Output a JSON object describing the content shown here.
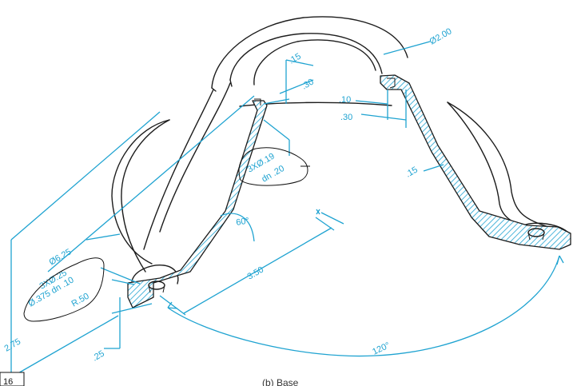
{
  "figure": {
    "caption": "(b) Base",
    "figure_number": "16"
  },
  "dimensions": {
    "outer_diameter": "Ø2.00",
    "top_thickness": ".15",
    "top_thickness_2": ".30",
    "wall_inset": ".10",
    "wall_inset_2": ".30",
    "wall_thickness": ".15",
    "counterbore_small": "3XØ.19",
    "counterbore_small_depth": "dn .20",
    "cone_angle": "60°",
    "base_diameter": "Ø6.25",
    "hole_callout_1": "3XØ.25",
    "hole_callout_2": "Ø.375 dn .10",
    "radius": "R.50",
    "height": "2.75",
    "flange_thickness": ".25",
    "depth": "3.50",
    "angle_between": "120°"
  },
  "colors": {
    "dimension_blue": "#1fa3d1",
    "outline": "#1c1c1c"
  }
}
